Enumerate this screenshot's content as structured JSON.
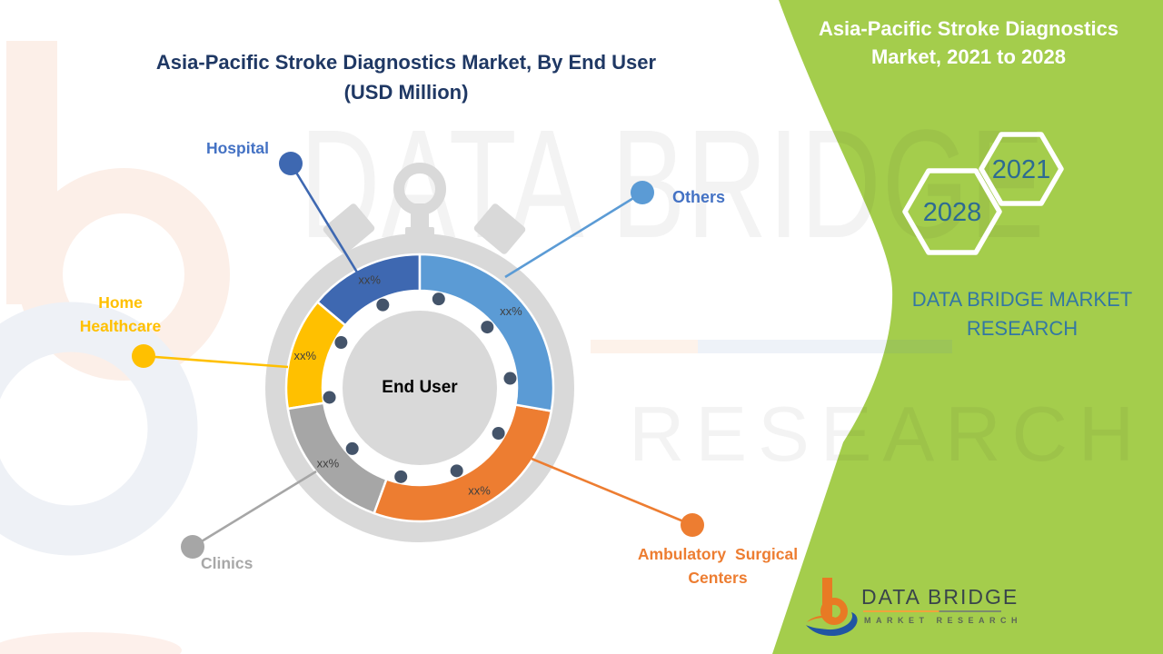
{
  "header": {
    "title_line1": "Asia-Pacific Stroke Diagnostics Market, By End User",
    "title_line2": "(USD Million)"
  },
  "side_panel": {
    "title_line1": "Asia-Pacific Stroke Diagnostics",
    "title_line2": "Market, 2021 to 2028",
    "start_year": "2021",
    "end_year": "2028",
    "brand_line1": "DATA BRIDGE MARKET",
    "brand_line2": "RESEARCH",
    "accent_green": "#a4cd4c"
  },
  "watermark": {
    "line1": "DATA BRIDGE",
    "line2": "RESEARCH"
  },
  "logo": {
    "name": "DATA BRIDGE",
    "tagline": "MARKET  RESEARCH"
  },
  "chart_data": {
    "type": "pie",
    "title": "Asia-Pacific Stroke Diagnostics Market, By End User (USD Million)",
    "center_label": "End User",
    "categories": [
      "Hospital",
      "Home Healthcare",
      "Clinics",
      "Ambulatory Surgical Centers",
      "Others"
    ],
    "value_labels": [
      "xx%",
      "xx%",
      "xx%",
      "xx%",
      "xx%"
    ],
    "approx_share_pct": [
      14,
      14,
      17,
      28,
      27
    ],
    "segments": [
      {
        "id": "hospital",
        "label_lines": [
          "Hospital"
        ],
        "value_label": "xx%",
        "color": "#3e68b1",
        "label_color": "#4472c4",
        "start_deg": 90,
        "end_deg": 140
      },
      {
        "id": "home-healthcare",
        "label_lines": [
          "Home",
          "Healthcare"
        ],
        "value_label": "xx%",
        "color": "#ffc000",
        "label_color": "#ffc000",
        "start_deg": 140,
        "end_deg": 189
      },
      {
        "id": "clinics",
        "label_lines": [
          "Clinics"
        ],
        "value_label": "xx%",
        "color": "#a6a6a6",
        "label_color": "#a8a8a8",
        "start_deg": 189,
        "end_deg": 250
      },
      {
        "id": "ambulatory-surgical-centers",
        "label_lines": [
          "Ambulatory Surgical",
          "Centers"
        ],
        "value_label": "xx%",
        "color": "#ed7d31",
        "label_color": "#ed7d31",
        "start_deg": 250,
        "end_deg": 350
      },
      {
        "id": "others",
        "label_lines": [
          "Others"
        ],
        "value_label": "xx%",
        "color": "#5b9bd5",
        "label_color": "#4472c4",
        "start_deg": 350,
        "end_deg": 450
      }
    ],
    "legend_position": "around",
    "dot_color": "#44546a",
    "watch_color": "#d9d9d9",
    "center_fill": "#d9d9d9"
  }
}
